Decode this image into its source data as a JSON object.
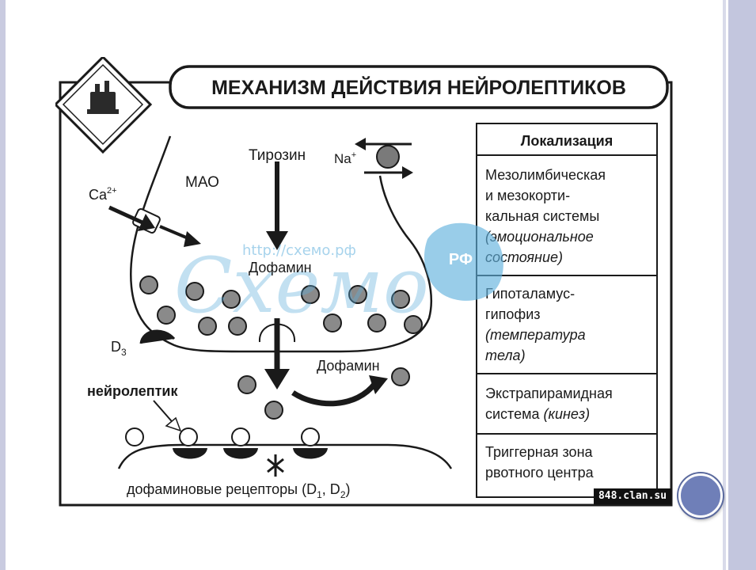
{
  "title": "МЕХАНИЗМ ДЕЙСТВИЯ НЕЙРОЛЕПТИКОВ",
  "labels": {
    "mao": "МАО",
    "tyrosine": "Тирозин",
    "sodium_base": "Na",
    "sodium_sup": "+",
    "calcium_base": "Ca",
    "calcium_sup": "2+",
    "dopamine_top": "Дофамин",
    "dopamine_mid": "Дофамин",
    "d3_base": "D",
    "d3_sub": "3",
    "neuroleptic": "нейролептик",
    "receptors_prefix": "дофаминовые рецепторы (D",
    "receptors_sub1": "1",
    "receptors_mid": ", D",
    "receptors_sub2": "2",
    "receptors_suffix": ")"
  },
  "watermark": {
    "url": "http://схемо.рф",
    "brand": "Схемо",
    "badge": "РФ",
    "site": "848.clan.su"
  },
  "localization": {
    "header": "Локализация",
    "rows": [
      {
        "lines": [
          "Мезолимбическая",
          "и мезокорти-",
          "кальная системы"
        ],
        "italic": [
          "(эмоциональное",
          "состояние)"
        ]
      },
      {
        "lines": [
          "Гипоталамус-",
          "гипофиз"
        ],
        "italic": [
          "(температура",
          "тела)"
        ]
      },
      {
        "lines": [
          "Экстрапирамидная",
          "система "
        ],
        "italic_inline": "(кинез)"
      },
      {
        "lines": [
          "Триггерная зона",
          "рвотного центра"
        ],
        "italic": []
      }
    ]
  },
  "colors": {
    "ink": "#1a1a1a",
    "watermark": "#5fb0dc"
  }
}
